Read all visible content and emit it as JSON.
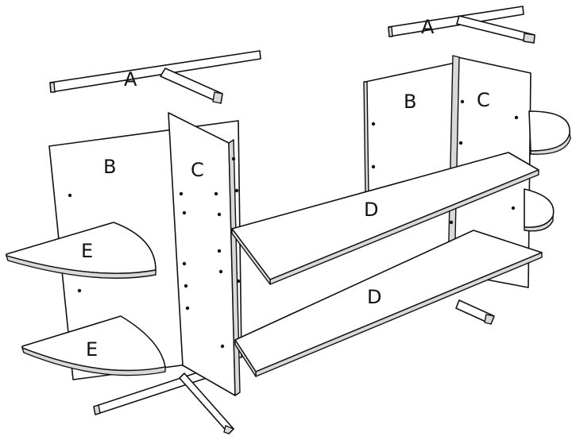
{
  "diagram": {
    "labels": {
      "a_left": "A",
      "a_right": "A",
      "b_left": "B",
      "b_right": "B",
      "c_left": "C",
      "c_right": "C",
      "d_top": "D",
      "d_bottom": "D",
      "e_top": "E",
      "e_bottom": "E"
    },
    "colors": {
      "line": "#111111",
      "panel": "#ffffff",
      "edge": "#d9d9d9"
    }
  }
}
